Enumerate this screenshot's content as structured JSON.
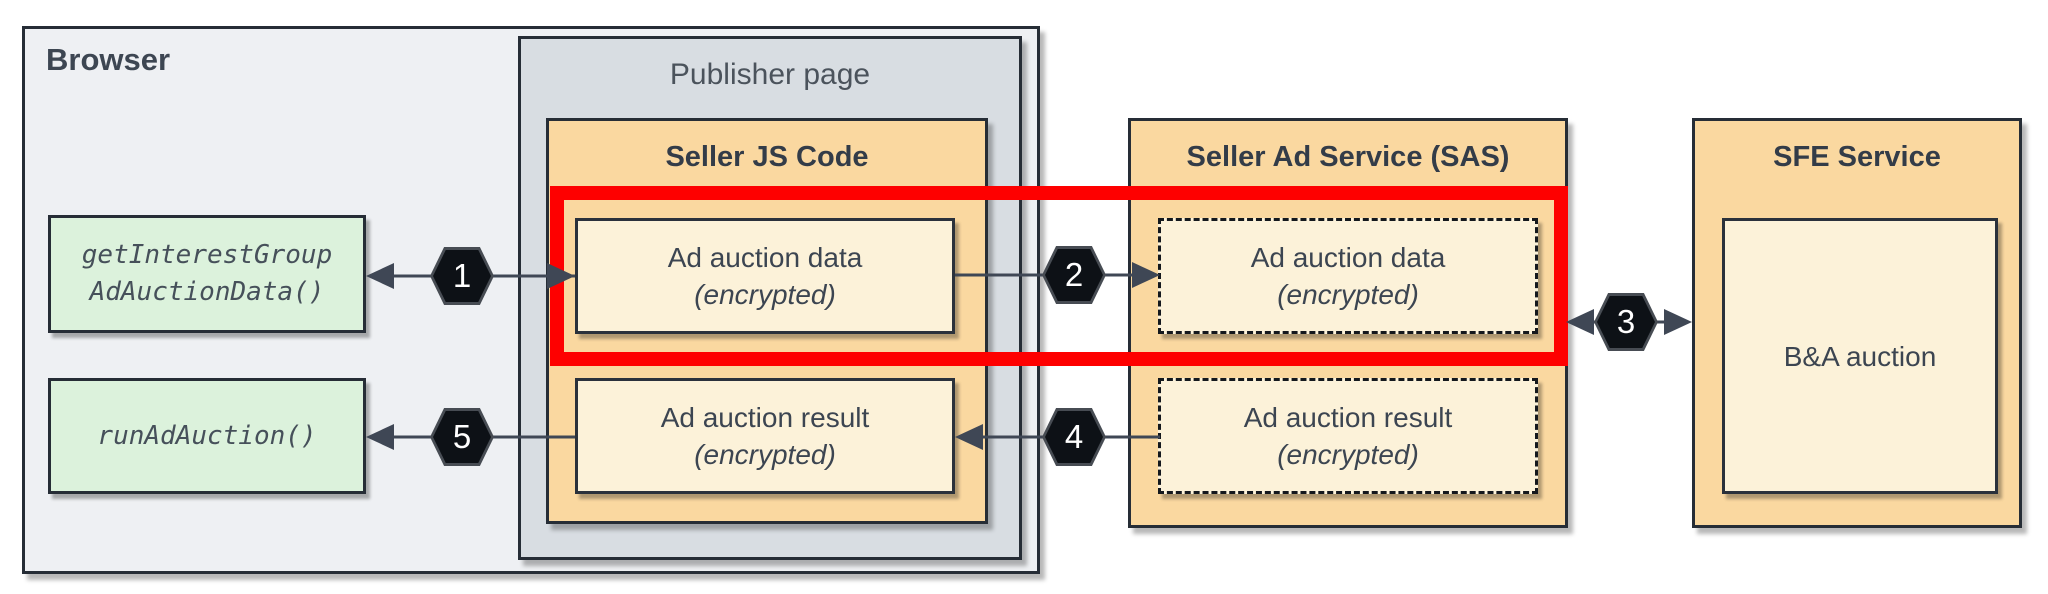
{
  "browser": {
    "label": "Browser"
  },
  "publisher_page": {
    "label": "Publisher page"
  },
  "seller_js": {
    "title": "Seller JS Code",
    "data_box": {
      "line1": "Ad auction data",
      "line2": "(encrypted)"
    },
    "result_box": {
      "line1": "Ad auction result",
      "line2": "(encrypted)"
    }
  },
  "sas": {
    "title": "Seller Ad Service (SAS)",
    "data_box": {
      "line1": "Ad auction data",
      "line2": "(encrypted)"
    },
    "result_box": {
      "line1": "Ad auction result",
      "line2": "(encrypted)"
    }
  },
  "sfe": {
    "title": "SFE Service",
    "auction_box": {
      "label": "B&A auction"
    }
  },
  "browser_apis": {
    "get_interest_group": {
      "line1": "getInterestGroup",
      "line2": "AdAuctionData()"
    },
    "run_ad_auction": {
      "label": "runAdAuction()"
    }
  },
  "steps": [
    {
      "label": "1"
    },
    {
      "label": "2"
    },
    {
      "label": "3"
    },
    {
      "label": "4"
    },
    {
      "label": "5"
    }
  ],
  "colors": {
    "highlight": "#fe0000",
    "service_fill": "#fad8a0",
    "item_fill": "#fcf2d9",
    "api_fill": "#dcf2dc",
    "browser_fill": "#eef0f3",
    "publisher_fill": "#d8dde2",
    "border": "#262d36",
    "arrow": "#3f4755",
    "step_badge_fill": "#0d1116"
  }
}
